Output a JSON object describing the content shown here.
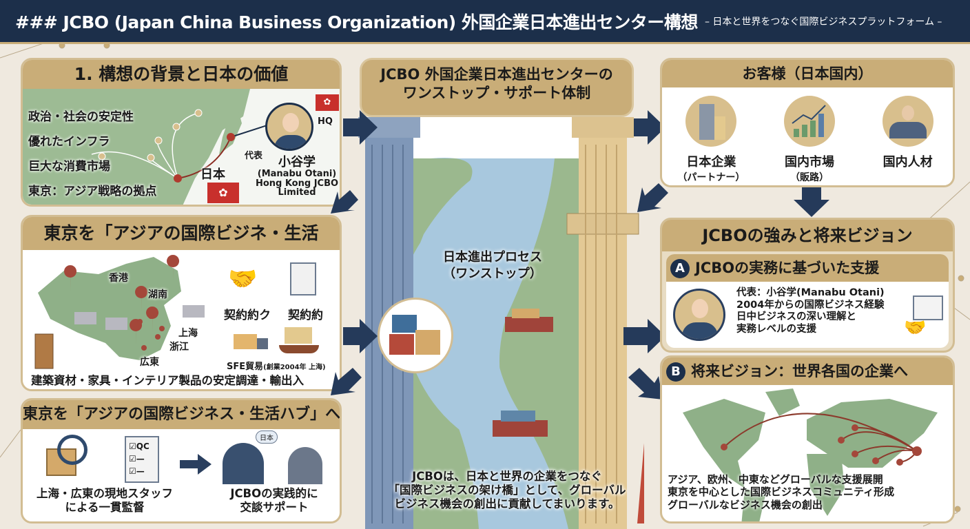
{
  "header": {
    "title": "### JCBO (Japan China Business Organization) 外国企業日本進出センター構想",
    "subtitle": "– 日本と世界をつなぐ国際ビジネスプラットフォーム –"
  },
  "panel1": {
    "title": "1. 構想の背景と日本の価値",
    "points": [
      "政治・社会の安定性",
      "優れたインフラ",
      "巨大な消費市場",
      "東京：アジア戦略の拠点"
    ],
    "japan_label": "日本",
    "hq_label": "HQ",
    "rep_label": "代表",
    "rep_name": "小谷学",
    "rep_name_en": "(Manabu Otani)",
    "company": "Hong Kong JCBO",
    "company2": "Limited"
  },
  "panel2": {
    "title": "東京を「アジアの国際ビジネ・生活",
    "cities": [
      "香港",
      "湖南",
      "上海",
      "浙江",
      "広東"
    ],
    "contract1": "契約約ク",
    "contract2": "契約約",
    "trade": "SFE貿易",
    "trade_note": "(創業2004年 上海)",
    "footer": "建築資材・家具・インテリア製品の安定調達・輸出入"
  },
  "panel3": {
    "title": "東京を「アジアの国際ビジネス・生活ハブ」へ",
    "qc": "QC",
    "left_line1": "上海・広東の現地スタッフ",
    "left_line2": "による一貫監督",
    "bubble": "日本",
    "right_line1": "JCBOの実践的に",
    "right_line2": "交談サポート"
  },
  "center": {
    "title_line1": "JCBO 外国企業日本進出センターの",
    "title_line2": "ワンストップ・サポート体制",
    "process_line1": "日本進出プロセス",
    "process_line2": "（ワンストップ）",
    "bottom_lines": [
      "JCBOは、日本と世界の企業をつなぐ",
      "「国際ビジネスの架け橋」として、グローバル",
      "ビジネス機会の創出に貢献してまいります。"
    ]
  },
  "customers": {
    "title": "お客様（日本国内）",
    "items": [
      {
        "label": "日本企業",
        "sub": "（パートナー）",
        "icon": "building-icon"
      },
      {
        "label": "国内市場",
        "sub": "（販路）",
        "icon": "growth-chart-icon"
      },
      {
        "label": "国内人材",
        "sub": "",
        "icon": "people-icon"
      }
    ]
  },
  "strengths": {
    "title": "JCBOの強みと将来ビジョン",
    "a_badge": "A",
    "a_title": "JCBOの実務に基づいた支援",
    "a_lines": [
      "代表：小谷学(Manabu Otani)",
      "2004年からの国際ビジネス経験",
      "日中ビジネスの深い理解と",
      "実務レベルの支援"
    ],
    "b_badge": "B",
    "b_title": "将来ビジョン：世界各国の企業へ",
    "b_lines": [
      "アジア、欧州、中東などグローバルな支援展開",
      "東京を中心とした国際ビジネスコミュニティ形成",
      "グローバルなビジネス機会の創出"
    ]
  },
  "colors": {
    "navy": "#1c2f4a",
    "gold": "#c9ad78",
    "map": "#8fb088",
    "route": "#9b3a2e"
  }
}
